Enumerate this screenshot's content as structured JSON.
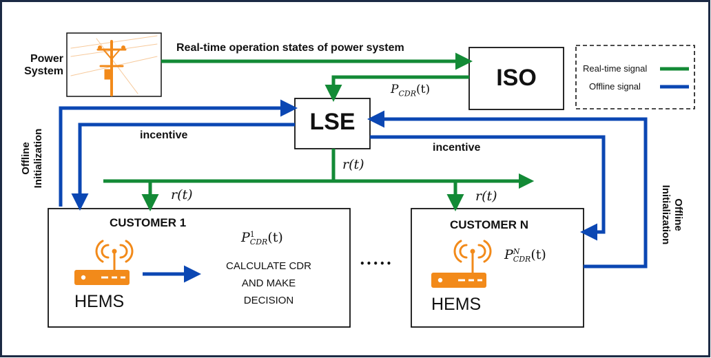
{
  "power_system": {
    "label_line1": "Power",
    "label_line2": "System"
  },
  "edges": {
    "realtime_ops": "Real-time operation states of power system",
    "pcdr": "P",
    "pcdr_sub": "CDR",
    "pcdr_arg": "(t)",
    "incentive_left": "incentive",
    "incentive_right": "incentive",
    "r_center": "r(t)",
    "r_left": "r(t)",
    "r_right": "r(t)"
  },
  "iso": {
    "label": "ISO"
  },
  "lse": {
    "label": "LSE"
  },
  "legend": {
    "realtime": "Real-time signal",
    "offline": "Offline signal",
    "realtime_color": "#138a36",
    "offline_color": "#0b47b3"
  },
  "offline_left": {
    "line1": "Offline",
    "line2": "Initialization"
  },
  "offline_right": {
    "line1": "Offline",
    "line2": "Initialization"
  },
  "customer1": {
    "title": "CUSTOMER 1",
    "hems": "HEMS",
    "p_base": "P",
    "p_sup": "1",
    "p_sub": "CDR",
    "p_arg": "(t)",
    "calc_line1": "CALCULATE CDR",
    "calc_line2": "AND MAKE",
    "calc_line3": "DECISION"
  },
  "customerN": {
    "title": "CUSTOMER N",
    "hems": "HEMS",
    "p_base": "P",
    "p_sup": "N",
    "p_sub": "CDR",
    "p_arg": "(t)"
  },
  "ellipsis": "•••••",
  "icons": {
    "pole": "utility-pole-icon",
    "router": "wifi-router-icon"
  }
}
